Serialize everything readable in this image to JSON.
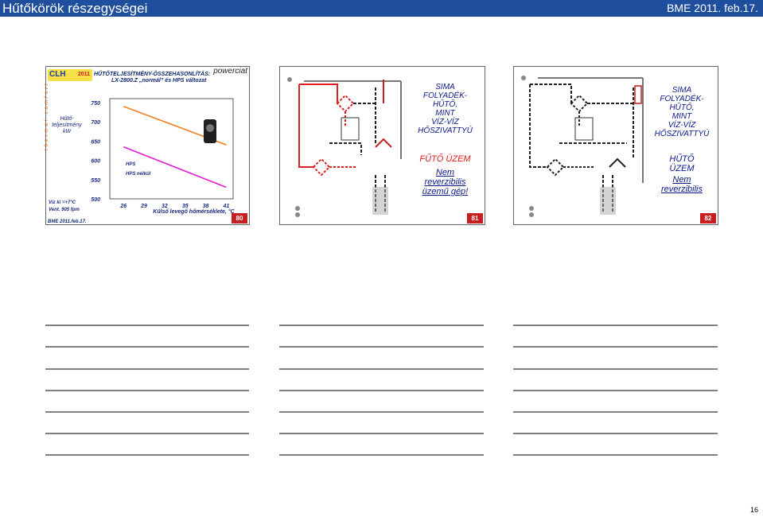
{
  "header": {
    "title": "Hűtőkörök részegységei",
    "date": "BME 2011. feb.17."
  },
  "slide1": {
    "logo_text": "CLH",
    "logo_year": "2011",
    "title_line1": "HŰTŐTELJESÍTMÉNY-ÖSSZEHASONLÍTÁS:",
    "title_line2": "LX-2800.Z „normál” és HPS változat",
    "brand": "powerciat",
    "vertical_label": "thermal comfort",
    "ylabel_line1": "Hűtő-",
    "ylabel_line2": "teljesítmény",
    "ylabel_line3": "kW",
    "note1": "Víz ki =+7°C",
    "note2": "Vent. 905 fpm",
    "footer": "BME 2011.feb.17.",
    "slide_number": "80",
    "chart_data": {
      "type": "line",
      "x": [
        26,
        29,
        32,
        35,
        38,
        41
      ],
      "y_ticks": [
        500,
        550,
        600,
        650,
        700,
        750
      ],
      "x_ticks": [
        "26",
        "29",
        "32",
        "35",
        "38",
        "41"
      ],
      "xlabel": "Külső levegő hőmérséklete, °C",
      "xlim": [
        24,
        42
      ],
      "ylim": [
        500,
        760
      ],
      "series": [
        {
          "name": "HPS",
          "color": "#f08020",
          "points": [
            [
              26,
              740
            ],
            [
              41,
              640
            ]
          ]
        },
        {
          "name": "HPS nélkül",
          "color": "#e020d0",
          "points": [
            [
              26,
              635
            ],
            [
              41,
              530
            ]
          ]
        }
      ],
      "grid": false
    }
  },
  "slide2": {
    "heading_lines": [
      "SIMA",
      "FOLYADÉK-",
      "HŰTŐ,",
      "MINT",
      "VÍZ-VÍZ",
      "HŐSZIVATTYÚ"
    ],
    "mode": "FŰTŐ ÜZEM",
    "body_lines": [
      "Nem",
      "reverzibilis",
      "üzemű gép!"
    ],
    "slide_number": "81"
  },
  "slide3": {
    "heading_lines": [
      "SIMA",
      "FOLYADÉK-",
      "HŰTŐ,",
      "MINT",
      "VÍZ-VÍZ",
      "HŐSZIVATTYÚ"
    ],
    "mode": "HŰTŐ",
    "mode2": "ÜZEM",
    "body_lines": [
      "Nem",
      "reverzibilis"
    ],
    "slide_number": "82"
  },
  "page_number": "16",
  "colors": {
    "header_bg": "#1f4f9c",
    "accent_red": "#c81e1e",
    "blue_text": "#0a1a8a"
  }
}
